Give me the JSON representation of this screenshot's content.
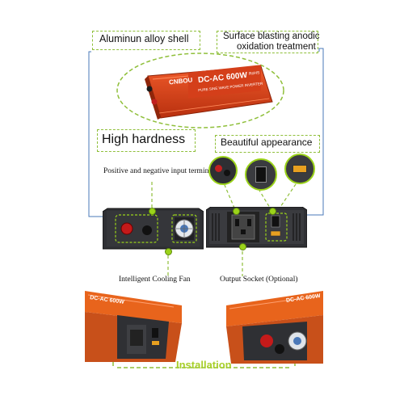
{
  "labels": {
    "shell": "Aluminun alloy shell",
    "surface_line1": "Surface blasting anodic",
    "surface_line2": "oxidation treatment",
    "hardness": "High hardness",
    "appearance": "Beautiful appearance",
    "terminal": "Positive and negative input terminal",
    "fan": "Intelligent Cooling Fan",
    "socket": "Output Socket (Optional)",
    "installation": "Installation"
  },
  "product": {
    "title": "DC-AC 600W",
    "subtitle": "PURE SINE WAVE POWER INVERTER",
    "brand": "CNBOU",
    "cert": "RoHS",
    "small_title": "DC-AC 600W"
  },
  "colors": {
    "dashed_green": "#8fbf3a",
    "inverter_red": "#d8401e",
    "inverter_orange": "#e8641c",
    "panel_dark": "#2e2f33",
    "connector_blue": "#4a78b8",
    "installation_green": "#a8cf2a"
  }
}
